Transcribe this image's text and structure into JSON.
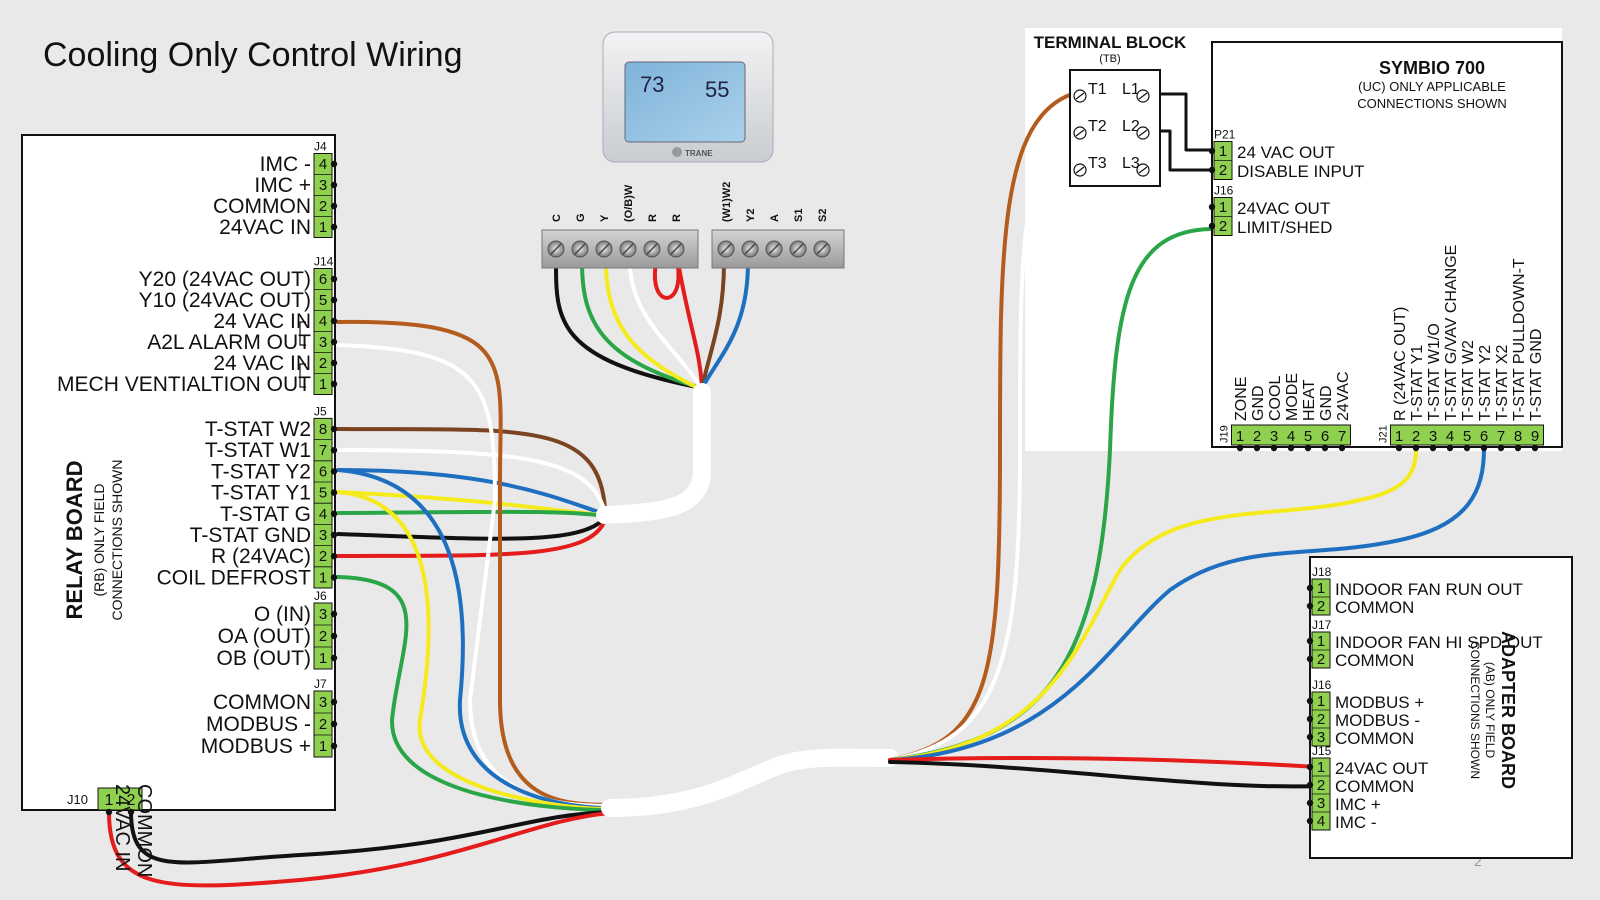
{
  "title": "Cooling Only Control Wiring",
  "page_number": "2",
  "wire_colors": {
    "brown": "#b35c1e",
    "white": "#ffffff",
    "yellow": "#f5ea1c",
    "blue": "#1f6fc0",
    "green": "#2aa648",
    "black": "#111111",
    "red": "#e41c1c"
  },
  "relay_board": {
    "title": "RELAY BOARD",
    "subtitle1": "(RB) ONLY FIELD",
    "subtitle2": "CONNECTIONS SHOWN",
    "j4": {
      "id": "J4",
      "labels": [
        "IMC -",
        "IMC +",
        "COMMON",
        "24VAC IN"
      ],
      "pins": [
        "4",
        "3",
        "2",
        "1"
      ]
    },
    "j14": {
      "id": "J14",
      "labels": [
        "Y20 (24VAC OUT)",
        "Y10 (24VAC OUT)",
        "24 VAC IN",
        "A2L ALARM OUT",
        "24 VAC IN",
        "MECH VENTIALTION OUT"
      ],
      "pins": [
        "6",
        "5",
        "4",
        "3",
        "2",
        "1"
      ]
    },
    "j5": {
      "id": "J5",
      "labels": [
        "T-STAT W2",
        "T-STAT W1",
        "T-STAT Y2",
        "T-STAT Y1",
        "T-STAT G",
        "T-STAT GND",
        "R (24VAC)",
        "COIL DEFROST"
      ],
      "pins": [
        "8",
        "7",
        "6",
        "5",
        "4",
        "3",
        "2",
        "1"
      ]
    },
    "j6": {
      "id": "J6",
      "labels": [
        "O (IN)",
        "OA (OUT)",
        "OB (OUT)"
      ],
      "pins": [
        "3",
        "2",
        "1"
      ]
    },
    "j7": {
      "id": "J7",
      "labels": [
        "COMMON",
        "MODBUS -",
        "MODBUS +"
      ],
      "pins": [
        "3",
        "2",
        "1"
      ]
    },
    "j10": {
      "id": "J10",
      "labels": [
        "24VAC IN",
        "COMMON"
      ],
      "pins": [
        "1",
        "2"
      ]
    }
  },
  "thermostat": {
    "brand": "TRANE",
    "display_temp": "73",
    "display_setpoint": "55",
    "terminals_left": [
      "C",
      "G",
      "Y",
      "(O/B)W",
      "R",
      "R"
    ],
    "terminals_right": [
      "(W1)W2",
      "Y2",
      "A",
      "S1",
      "S2"
    ]
  },
  "terminal_block": {
    "title": "TERMINAL BLOCK",
    "subtitle": "(TB)",
    "left": [
      "T1",
      "T2",
      "T3"
    ],
    "right": [
      "L1",
      "L2",
      "L3"
    ]
  },
  "symbio": {
    "title": "SYMBIO 700",
    "subtitle1": "(UC) ONLY APPLICABLE",
    "subtitle2": "CONNECTIONS SHOWN",
    "p21": {
      "id": "P21",
      "labels": [
        "24 VAC OUT",
        "DISABLE INPUT"
      ],
      "pins": [
        "1",
        "2"
      ]
    },
    "j16": {
      "id": "J16",
      "labels": [
        "24VAC OUT",
        "LIMIT/SHED"
      ],
      "pins": [
        "1",
        "2"
      ]
    },
    "j19": {
      "id": "J19",
      "labels": [
        "ZONE",
        "GND",
        "COOL",
        "MODE",
        "HEAT",
        "GND",
        "24VAC"
      ],
      "pins": [
        "1",
        "2",
        "3",
        "4",
        "5",
        "6",
        "7"
      ]
    },
    "j21": {
      "id": "J21",
      "labels": [
        "R (24VAC OUT)",
        "T-STAT Y1",
        "T-STAT W1/O",
        "T-STAT G/VAV CHANGE",
        "T-STAT W2",
        "T-STAT Y2",
        "T-STAT X2",
        "T-STAT PULLDOWN-T",
        "T-STAT GND"
      ],
      "pins": [
        "1",
        "2",
        "3",
        "4",
        "5",
        "6",
        "7",
        "8",
        "9"
      ]
    }
  },
  "adapter_board": {
    "title": "ADAPTER BOARD",
    "subtitle1": "(AB) ONLY FIELD",
    "subtitle2": "CONNECTIONS SHOWN",
    "j18": {
      "id": "J18",
      "labels": [
        "INDOOR FAN RUN OUT",
        "COMMON"
      ],
      "pins": [
        "1",
        "2"
      ]
    },
    "j17": {
      "id": "J17",
      "labels": [
        "INDOOR FAN HI SPD OUT",
        "COMMON"
      ],
      "pins": [
        "1",
        "2"
      ]
    },
    "j16": {
      "id": "J16",
      "labels": [
        "MODBUS +",
        "MODBUS -",
        "COMMON"
      ],
      "pins": [
        "1",
        "2",
        "3"
      ]
    },
    "j15": {
      "id": "J15",
      "labels": [
        "24VAC OUT",
        "COMMON",
        "IMC +",
        "IMC -"
      ],
      "pins": [
        "1",
        "2",
        "3",
        "4"
      ]
    }
  }
}
